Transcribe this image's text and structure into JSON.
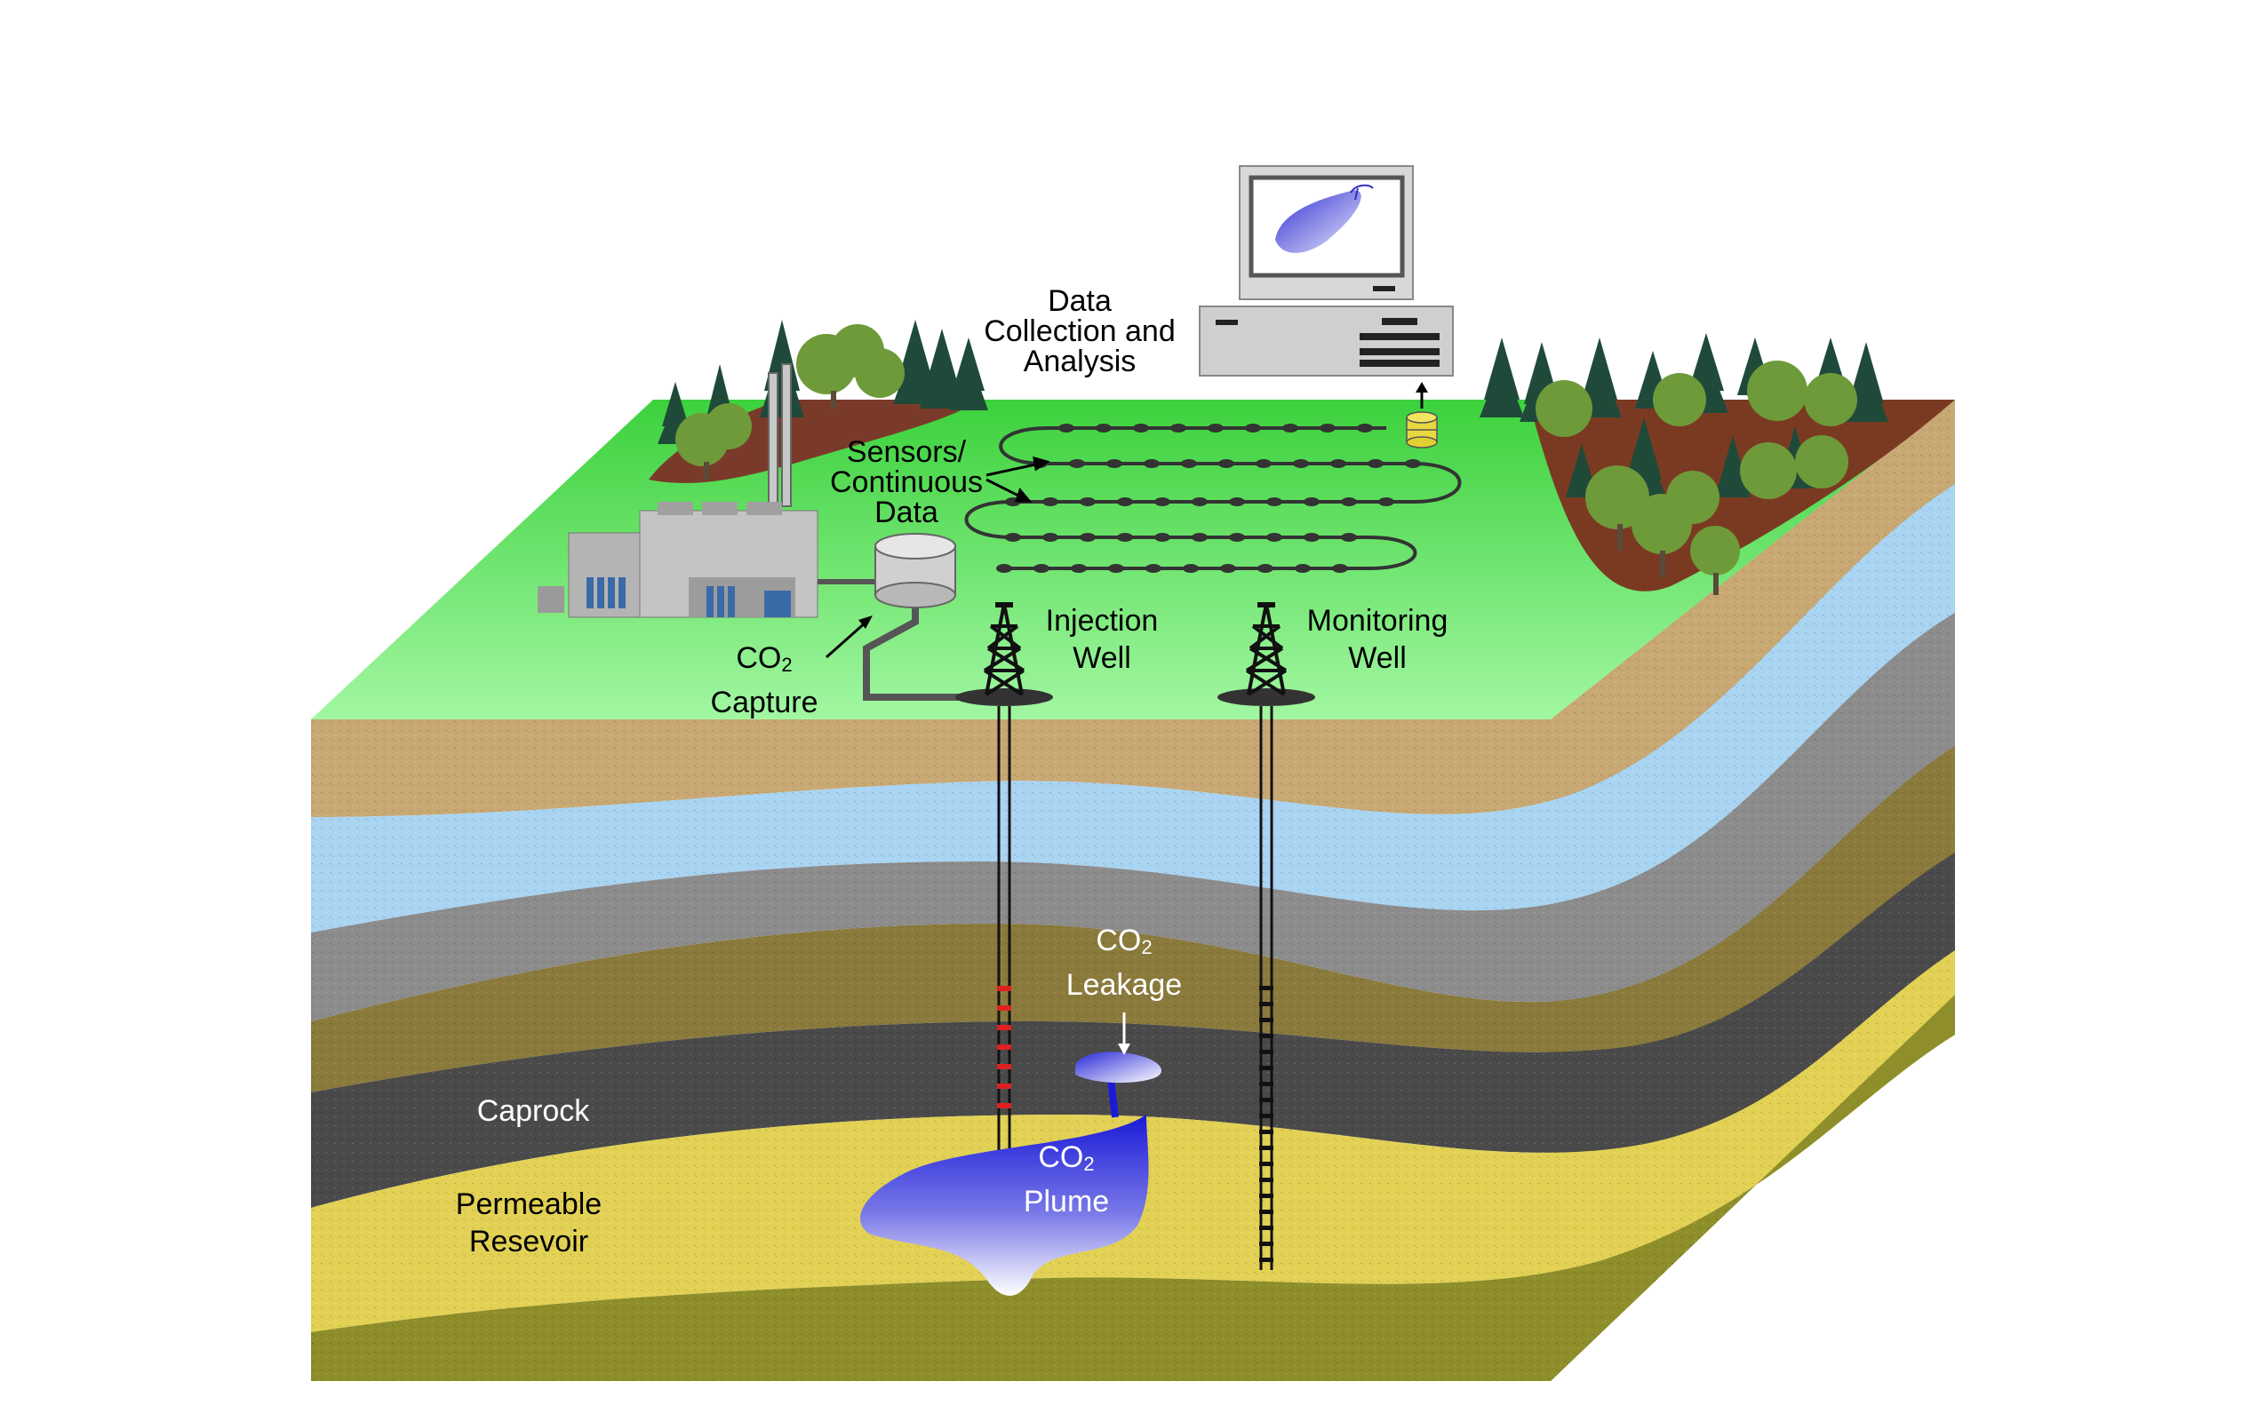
{
  "labels": {
    "data_collection": [
      "Data",
      "Collection and",
      "Analysis"
    ],
    "sensors": [
      "Sensors/",
      "Continuous",
      "Data"
    ],
    "injection_well": [
      "Injection",
      "Well"
    ],
    "monitoring_well": [
      "Monitoring",
      "Well"
    ],
    "co2_capture": {
      "co": "CO",
      "sub": "2",
      "line2": "Capture"
    },
    "co2_leakage": {
      "co": "CO",
      "sub": "2",
      "line2": "Leakage"
    },
    "co2_plume": {
      "co": "CO",
      "sub": "2",
      "line2": "Plume"
    },
    "caprock": "Caprock",
    "reservoir": [
      "Permeable",
      "Resevoir"
    ]
  },
  "colors": {
    "grass_top": "#3fd43f",
    "grass_bottom": "#9cf59c",
    "topsoil": "#c9a974",
    "water": "#a8d3f0",
    "gray_rock": "#8a8a8a",
    "brown_rock": "#8a7a3a",
    "caprock": "#4a4a4a",
    "reservoir": "#e0d052",
    "bedrock": "#8e8e2c",
    "plume": "#2a2ae0",
    "factory": "#b8b8b8"
  }
}
